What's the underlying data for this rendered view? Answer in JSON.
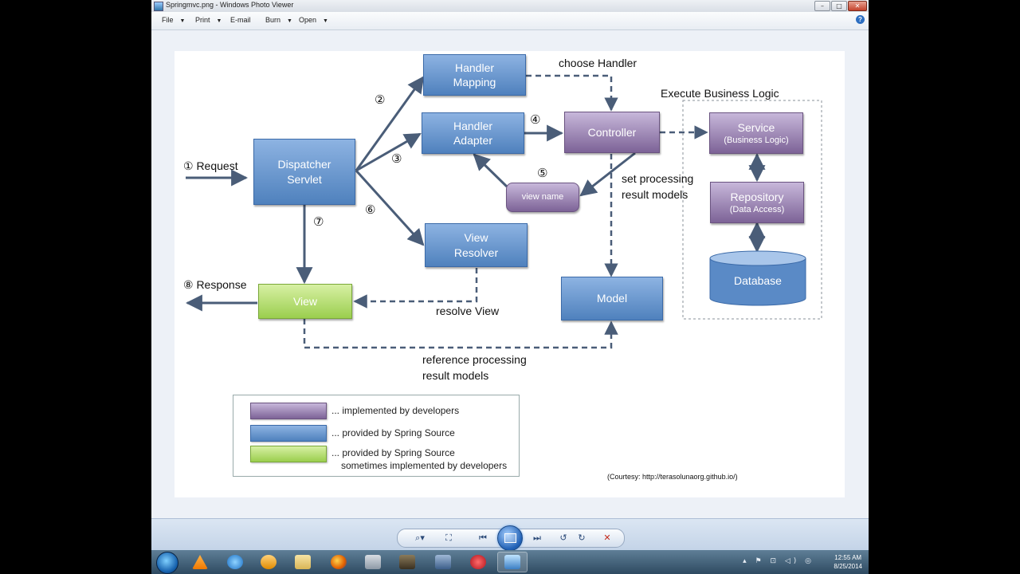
{
  "window": {
    "title": "Springmvc.png - Windows Photo Viewer",
    "minimize": "–",
    "maximize": "□",
    "close": "✕"
  },
  "menu": {
    "items": [
      {
        "label": "File",
        "caret": true
      },
      {
        "label": "Print",
        "caret": true
      },
      {
        "label": "E-mail",
        "caret": false
      },
      {
        "label": "Burn",
        "caret": true
      },
      {
        "label": "Open",
        "caret": true
      }
    ],
    "help": "?"
  },
  "diagram": {
    "nodes": {
      "dispatcher": [
        "Dispatcher",
        "Servlet"
      ],
      "handler_mapping": [
        "Handler",
        "Mapping"
      ],
      "handler_adapter": [
        "Handler",
        "Adapter"
      ],
      "controller": "Controller",
      "view_name": "view name",
      "view_resolver": [
        "View",
        "Resolver"
      ],
      "view": "View",
      "model": "Model",
      "service": {
        "title": "Service",
        "sub": "(Business Logic)"
      },
      "repository": {
        "title": "Repository",
        "sub": "(Data Access)"
      },
      "database": "Database"
    },
    "labels": {
      "request": "① Request",
      "response": "⑧ Response",
      "choose_handler": "choose Handler",
      "execute_business_logic": "Execute Business Logic",
      "set_processing": [
        "set processing",
        "result models"
      ],
      "resolve_view": "resolve View",
      "reference_processing": [
        "reference processing",
        "result models"
      ],
      "step2": "②",
      "step3": "③",
      "step4": "④",
      "step5": "⑤",
      "step6": "⑥",
      "step7": "⑦",
      "courtesy": "(Courtesy: http://terasolunaorg.github.io/)"
    },
    "legend": [
      {
        "color": "purple",
        "text": [
          "... implemented by developers"
        ]
      },
      {
        "color": "blue",
        "text": [
          "... provided by Spring Source"
        ]
      },
      {
        "color": "green",
        "text": [
          "... provided by Spring Source",
          "sometimes implemented by developers"
        ]
      }
    ],
    "colors": {
      "arrow": "#4a5d78",
      "blue": "#4f81bd",
      "purple": "#7d6397",
      "green": "#9bce4e"
    }
  },
  "controls": {
    "zoom": "⌕▾",
    "fit": "⛶",
    "prev": "⏮",
    "next": "⏭",
    "rotate_ccw": "↺",
    "rotate_cw": "↻",
    "delete": "✕"
  },
  "taskbar": {
    "time": "12:55 AM",
    "date": "8/25/2014",
    "tray": "▴ ⚑ ⊡ ◁) ◎"
  }
}
